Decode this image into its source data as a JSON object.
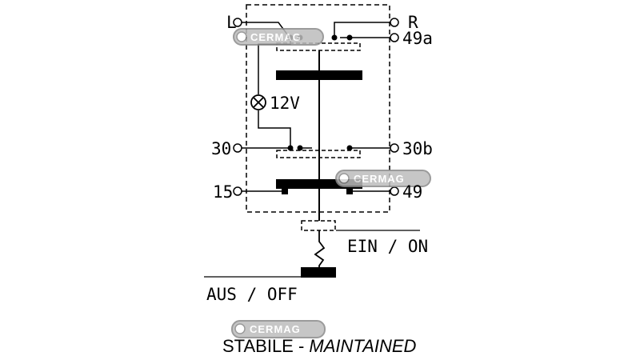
{
  "diagram": {
    "terminals": {
      "L": "L",
      "R": "R",
      "t49a": "49a",
      "lamp": "12V",
      "t30": "30",
      "t30b": "30b",
      "t15": "15",
      "t49": "49"
    },
    "positions": {
      "on": "EIN / ON",
      "off": "AUS / OFF"
    },
    "caption": {
      "main": "STABILE - ",
      "italic": "MAINTAINED"
    },
    "watermark": "CERMAG",
    "colors": {
      "line": "#000000",
      "watermark_fill": "#bdbdbd",
      "watermark_stroke": "#8a8a8a"
    }
  }
}
